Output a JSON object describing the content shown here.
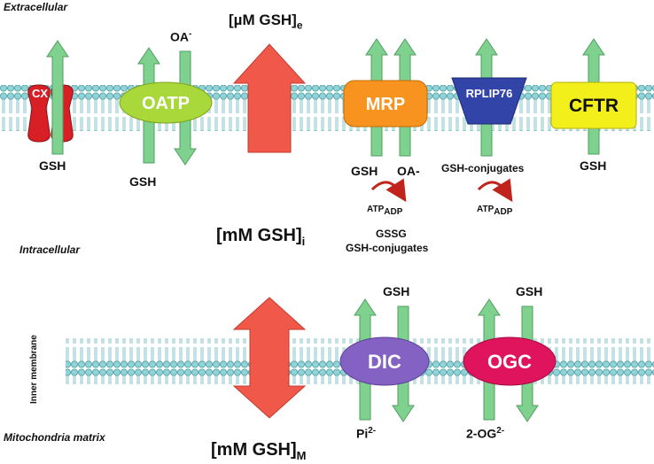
{
  "regions": {
    "extracellular": "Extracellular",
    "intracellular": "Intracellular",
    "mito_matrix": "Mitochondria matrix",
    "inner_membrane": "Inner membrane"
  },
  "concentrations": {
    "extra_main": "[µM GSH]",
    "extra_sub": "e",
    "intra_main": "[mM GSH]",
    "intra_sub": "i",
    "mito_main": "[mM GSH]",
    "mito_sub": "M"
  },
  "transporters": {
    "cx": "CX",
    "oatp": "OATP",
    "mrp": "MRP",
    "rplip76": "RPLIP76",
    "cftr": "CFTR",
    "dic": "DIC",
    "ogc": "OGC"
  },
  "labels": {
    "oa_minus_top": "OA",
    "oa_minus_top_sup": "-",
    "gsh_cx": "GSH",
    "gsh_oatp": "GSH",
    "gsh_mrp": "GSH",
    "oa_mrp": "OA-",
    "gsh_conjugates_rplip": "GSH-conjugates",
    "gsh_cftr": "GSH",
    "atp1": "ATP",
    "adp1": "ADP",
    "atp2": "ATP",
    "adp2": "ADP",
    "gssg": "GSSG",
    "gsh_conjugates_mrp": "GSH-conjugates",
    "gsh_dic": "GSH",
    "gsh_ogc": "GSH",
    "pi": "Pi",
    "pi_sup": "2-",
    "og2": "2-OG",
    "og2_sup": "2-"
  },
  "colors": {
    "green_arrow": "#7fd18f",
    "red_arrow": "#f0584a",
    "membrane_head": "#8fd3d8",
    "cx": "#d81f26",
    "oatp": "#a8d83a",
    "mrp": "#f7931e",
    "rplip76": "#3344a8",
    "cftr": "#f2ef1a",
    "dic": "#8462c4",
    "ogc": "#e0145c"
  }
}
